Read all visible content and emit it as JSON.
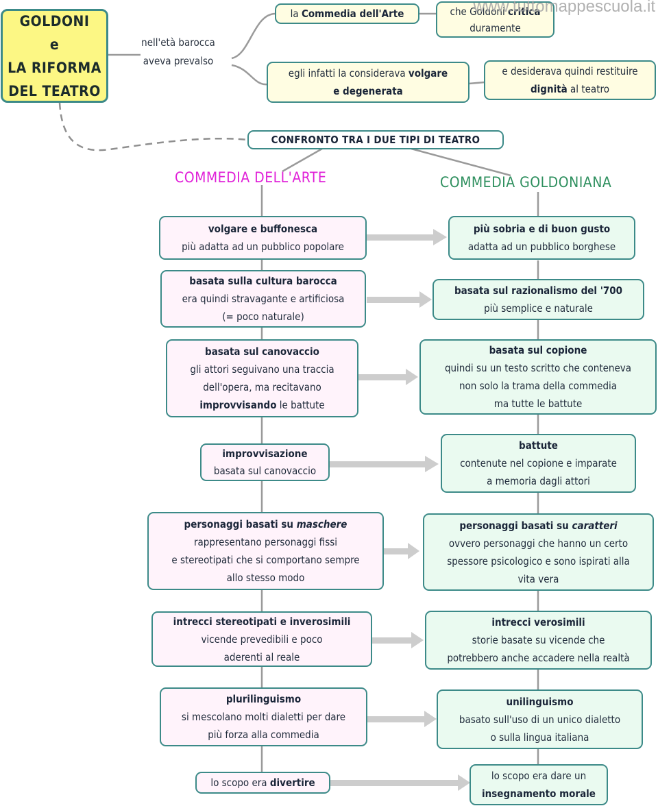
{
  "watermark": "www.tuttomappescuola.it",
  "root": {
    "lines": [
      "GOLDONI",
      "e",
      "LA RIFORMA",
      "DEL TEATRO"
    ]
  },
  "intro": {
    "connector_label": [
      "nell'età barocca",
      "aveva prevalso"
    ],
    "commedia_node": {
      "pre": "la ",
      "bold": "Commedia dell'Arte"
    },
    "critica_node": {
      "pre": "che Goldoni ",
      "bold": "critica",
      "line2": "duramente"
    },
    "considerava_node": {
      "line1_pre": "egli infatti la considerava ",
      "line1_bold": "volgare",
      "line2_bold": "e degenerata"
    },
    "dignita_node": {
      "line1": "e desiderava quindi restituire",
      "line2_bold": "dignità",
      "line2_post": " al teatro"
    }
  },
  "confronto": {
    "label": "CONFRONTO TRA I DUE TIPI DI TEATRO"
  },
  "columns": {
    "left": {
      "title": "COMMEDIA DELL'ARTE",
      "color": "#e020d8"
    },
    "right": {
      "title": "COMMEDIA GOLDONIANA",
      "color": "#2e8f5e"
    }
  },
  "rows": [
    {
      "left": {
        "title": "volgare e buffonesca",
        "lines": [
          "più adatta ad un pubblico popolare"
        ]
      },
      "right": {
        "title": "più sobria e di buon gusto",
        "lines": [
          "adatta ad un pubblico borghese"
        ]
      }
    },
    {
      "left": {
        "title": "basata sulla cultura barocca",
        "lines": [
          "era quindi stravagante e artificiosa",
          "(= poco naturale)"
        ]
      },
      "right": {
        "title": "basata sul razionalismo del '700",
        "lines": [
          "più semplice e naturale"
        ]
      }
    },
    {
      "left": {
        "title": "basata sul canovaccio",
        "lines": [
          "gli attori seguivano una traccia",
          "dell'opera, ma recitavano"
        ],
        "last_bold": "improvvisando",
        "last_post": " le battute"
      },
      "right": {
        "title": "basata sul copione",
        "lines": [
          "quindi su un testo scritto che conteneva",
          "non solo la trama della commedia",
          "ma tutte le battute"
        ]
      }
    },
    {
      "left": {
        "title": "improvvisazione",
        "lines": [
          "basata sul canovaccio"
        ]
      },
      "right": {
        "title": "battute",
        "lines": [
          "contenute nel copione e imparate",
          "a memoria dagli attori"
        ]
      }
    },
    {
      "left": {
        "title_pre": "personaggi basati su ",
        "title_italic": "maschere",
        "lines": [
          "rappresentano personaggi fissi",
          "e stereotipati che si comportano sempre",
          "allo stesso modo"
        ]
      },
      "right": {
        "title_pre": "personaggi basati su ",
        "title_italic": "caratteri",
        "lines": [
          "ovvero personaggi che hanno un certo",
          "spessore psicologico e sono ispirati alla",
          "vita vera"
        ]
      }
    },
    {
      "left": {
        "title": "intrecci stereotipati e inverosimili",
        "lines": [
          "vicende prevedibili e poco",
          "aderenti al reale"
        ]
      },
      "right": {
        "title": "intrecci verosimili",
        "lines": [
          "storie basate su vicende che",
          "potrebbero anche accadere nella realtà"
        ]
      }
    },
    {
      "left": {
        "title": "plurilinguismo",
        "lines": [
          "si mescolano molti dialetti per dare",
          "più forza alla commedia"
        ]
      },
      "right": {
        "title": "unilinguismo",
        "lines": [
          "basato sull'uso di un unico dialetto",
          "o sulla lingua italiana"
        ]
      }
    },
    {
      "left": {
        "pre": "lo scopo era ",
        "bold": "divertire"
      },
      "right": {
        "line1": "lo scopo era dare un",
        "line2_bold": "insegnamento morale"
      }
    }
  ],
  "colors": {
    "border": "#3c8a88",
    "connector": "#999999",
    "arrow": "#cfcfcf",
    "root_fill": "#fcf784"
  }
}
